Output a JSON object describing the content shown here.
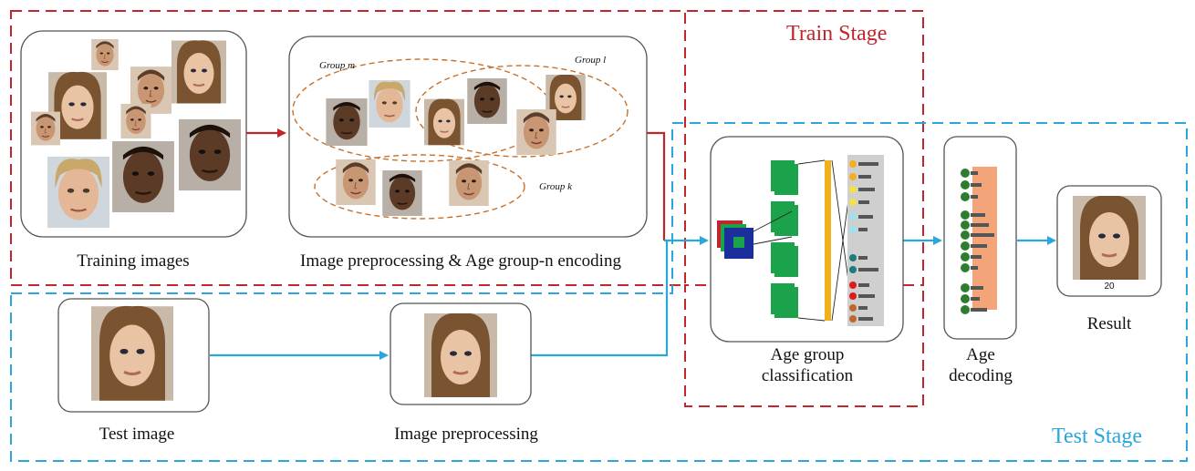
{
  "stages": {
    "train": {
      "title": "Train Stage",
      "color": "#c0262b"
    },
    "test": {
      "title": "Test Stage",
      "color": "#2aa6dd"
    }
  },
  "captions": {
    "training_images": "Training  images",
    "encoding": "Image preprocessing & Age group-n encoding",
    "test_image": "Test  image",
    "image_preprocessing": "Image preprocessing",
    "age_group_classification_line1": "Age group",
    "age_group_classification_line2": "classification",
    "age_decoding_line1": "Age",
    "age_decoding_line2": "decoding",
    "result": "Result"
  },
  "groups": {
    "m": "Group m",
    "l": "Group l",
    "k": "Group k"
  },
  "result_age": "20",
  "colors": {
    "green_block": "#1aa34a",
    "yellow_bar": "#f2b01e",
    "orange_panel": "#f4a479",
    "node_green": "#2e7d2e",
    "node_teal": "#1f7c7c",
    "node_red": "#e01b1b",
    "node_brown": "#c2672b",
    "ellipse": "#c8702a"
  }
}
